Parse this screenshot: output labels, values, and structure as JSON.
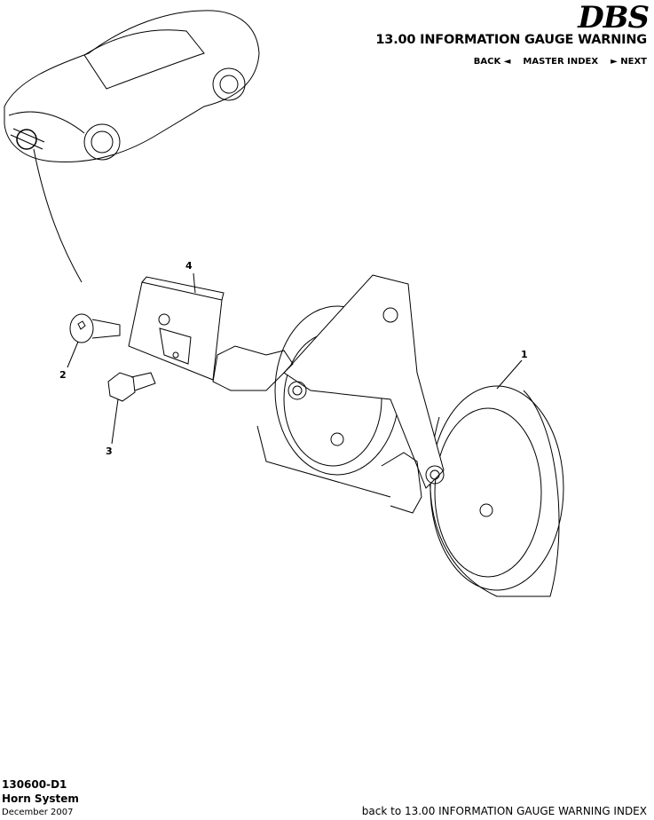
{
  "header": {
    "logo": "DBS",
    "section_title": "13.00 INFORMATION GAUGE WARNING",
    "nav": {
      "back": "BACK ◄",
      "master_index": "MASTER INDEX",
      "next": "► NEXT"
    }
  },
  "diagram": {
    "callouts": [
      {
        "number": "1"
      },
      {
        "number": "2"
      },
      {
        "number": "3"
      },
      {
        "number": "4"
      }
    ]
  },
  "footer": {
    "code": "130600-D1",
    "name": "Horn System",
    "date": "December 2007",
    "back_link": "back to 13.00 INFORMATION GAUGE WARNING INDEX"
  }
}
